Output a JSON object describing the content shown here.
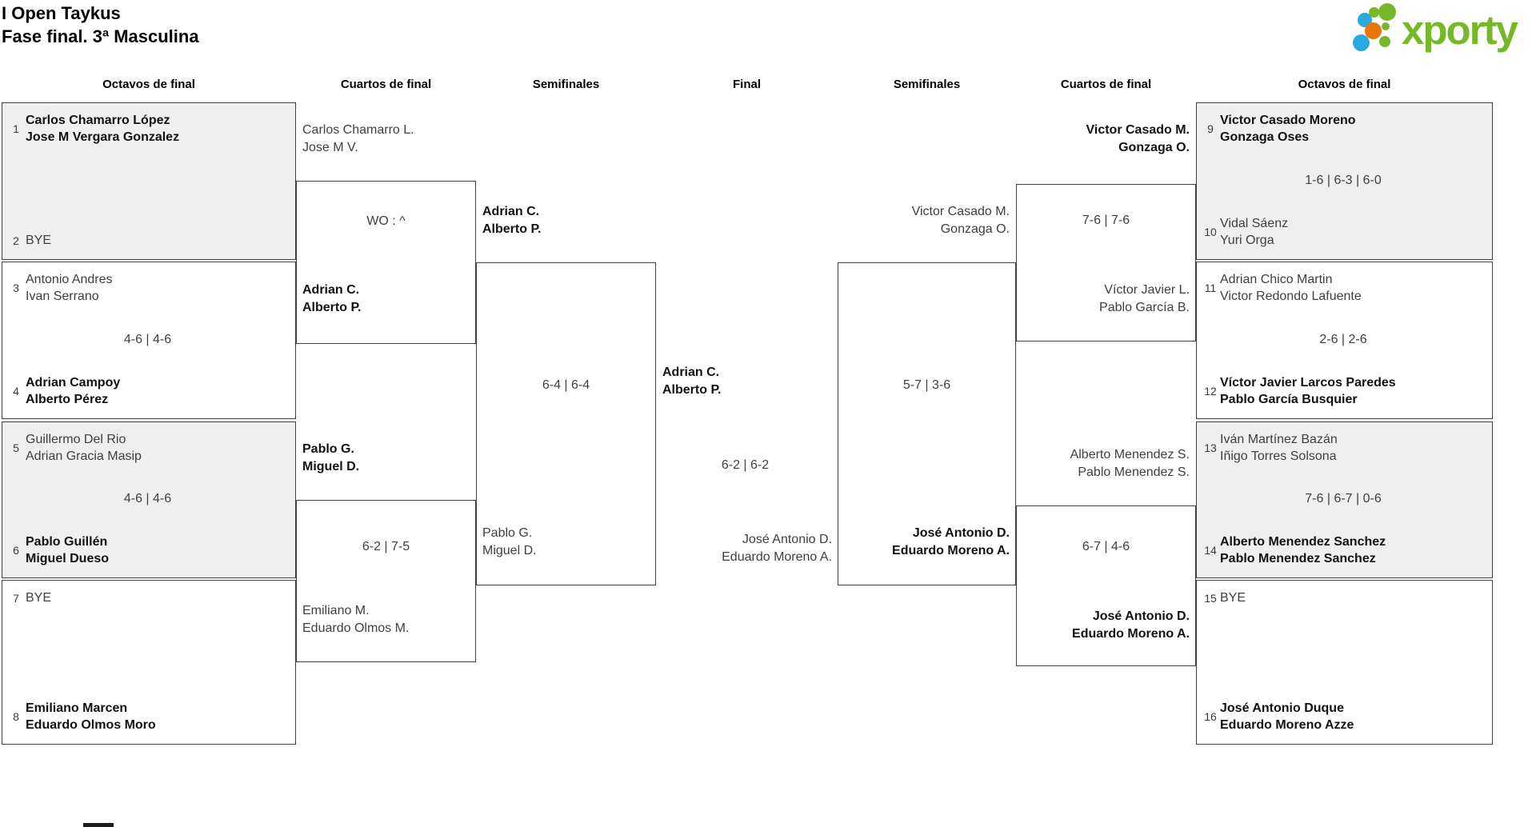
{
  "header": {
    "title_line1": "I Open Taykus",
    "title_line2": "Fase final. 3ª Masculina"
  },
  "logo": {
    "text": "xporty"
  },
  "rounds": {
    "r16_left": "Octavos de final",
    "qf_left": "Cuartos de final",
    "sf_left": "Semifinales",
    "final": "Final",
    "sf_right": "Semifinales",
    "qf_right": "Cuartos de final",
    "r16_right": "Octavos de final"
  },
  "r16": [
    {
      "seed_top": "1",
      "top1": "Carlos Chamarro López",
      "top2": "Jose M Vergara Gonzalez",
      "score": "",
      "seed_bottom": "2",
      "bottom1": "BYE",
      "bottom2": ""
    },
    {
      "seed_top": "3",
      "top1": "Antonio Andres",
      "top2": "Ivan Serrano",
      "score": "4-6 | 4-6",
      "seed_bottom": "4",
      "bottom1": "Adrian Campoy",
      "bottom2": "Alberto Pérez"
    },
    {
      "seed_top": "5",
      "top1": "Guillermo Del Rio",
      "top2": "Adrian Gracia Masip",
      "score": "4-6 | 4-6",
      "seed_bottom": "6",
      "bottom1": "Pablo Guillén",
      "bottom2": "Miguel Dueso"
    },
    {
      "seed_top": "7",
      "top1": "BYE",
      "top2": "",
      "score": "",
      "seed_bottom": "8",
      "bottom1": "Emiliano Marcen",
      "bottom2": "Eduardo Olmos Moro"
    },
    {
      "seed_top": "9",
      "top1": "Victor Casado Moreno",
      "top2": "Gonzaga Oses",
      "score": "1-6 | 6-3 | 6-0",
      "seed_bottom": "10",
      "bottom1": "Vidal Sáenz",
      "bottom2": "Yuri Orga"
    },
    {
      "seed_top": "11",
      "top1": "Adrian Chico Martin",
      "top2": "Victor Redondo Lafuente",
      "score": "2-6 | 2-6",
      "seed_bottom": "12",
      "bottom1": "Víctor Javier Larcos Paredes",
      "bottom2": "Pablo García Busquier"
    },
    {
      "seed_top": "13",
      "top1": "Iván Martínez Bazán",
      "top2": "Iñigo Torres Solsona",
      "score": "7-6 | 6-7 | 0-6",
      "seed_bottom": "14",
      "bottom1": "Alberto Menendez Sanchez",
      "bottom2": "Pablo Menendez Sanchez"
    },
    {
      "seed_top": "15",
      "top1": "BYE",
      "top2": "",
      "score": "",
      "seed_bottom": "16",
      "bottom1": "José Antonio Duque",
      "bottom2": "Eduardo Moreno Azze"
    }
  ],
  "qf1_left": {
    "top1": "Carlos Chamarro L.",
    "top2": "Jose M V.",
    "score": "WO : ^",
    "bottom1": "Adrian C.",
    "bottom2": "Alberto P."
  },
  "qf2_left": {
    "top1": "Pablo G.",
    "top2": "Miguel D.",
    "score": "6-2 | 7-5",
    "bottom1": "Emiliano M.",
    "bottom2": "Eduardo Olmos M."
  },
  "sf_left": {
    "top1": "Adrian C.",
    "top2": "Alberto P.",
    "score": "6-4 | 6-4",
    "bottom1": "Pablo G.",
    "bottom2": "Miguel D."
  },
  "final": {
    "winner1": "Adrian C.",
    "winner2": "Alberto P.",
    "score": "6-2 | 6-2",
    "runnerup1": "José Antonio D.",
    "runnerup2": "Eduardo Moreno A."
  },
  "sf_right": {
    "top1": "Victor Casado M.",
    "top2": "Gonzaga O.",
    "score": "5-7 | 3-6",
    "bottom1": "José Antonio D.",
    "bottom2": "Eduardo Moreno A."
  },
  "qf1_right": {
    "top1": "Victor Casado M.",
    "top2": "Gonzaga O.",
    "score": "7-6 | 7-6",
    "bottom1": "Víctor Javier L.",
    "bottom2": "Pablo García B."
  },
  "qf2_right": {
    "top1": "Alberto Menendez S.",
    "top2": "Pablo Menendez S.",
    "score": "6-7 | 4-6",
    "bottom1": "José Antonio D.",
    "bottom2": "Eduardo Moreno A."
  },
  "colors": {
    "logo_green": "#76b82a",
    "logo_blue": "#29a9e0",
    "logo_orange": "#e8740c",
    "box_gray_background": "#efefef",
    "border": "#404040"
  }
}
